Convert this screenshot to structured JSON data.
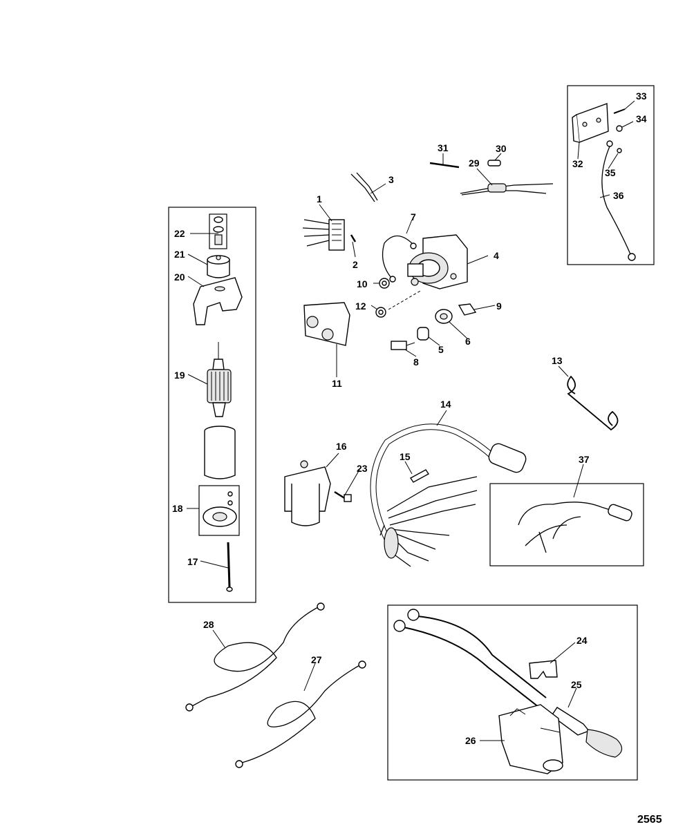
{
  "diagram_number": "2565",
  "callouts": [
    "1",
    "2",
    "3",
    "4",
    "5",
    "6",
    "7",
    "8",
    "9",
    "10",
    "11",
    "12",
    "13",
    "14",
    "15",
    "16",
    "17",
    "18",
    "19",
    "20",
    "21",
    "22",
    "23",
    "24",
    "25",
    "26",
    "27",
    "28",
    "29",
    "30",
    "31",
    "32",
    "33",
    "34",
    "35",
    "36",
    "37"
  ]
}
